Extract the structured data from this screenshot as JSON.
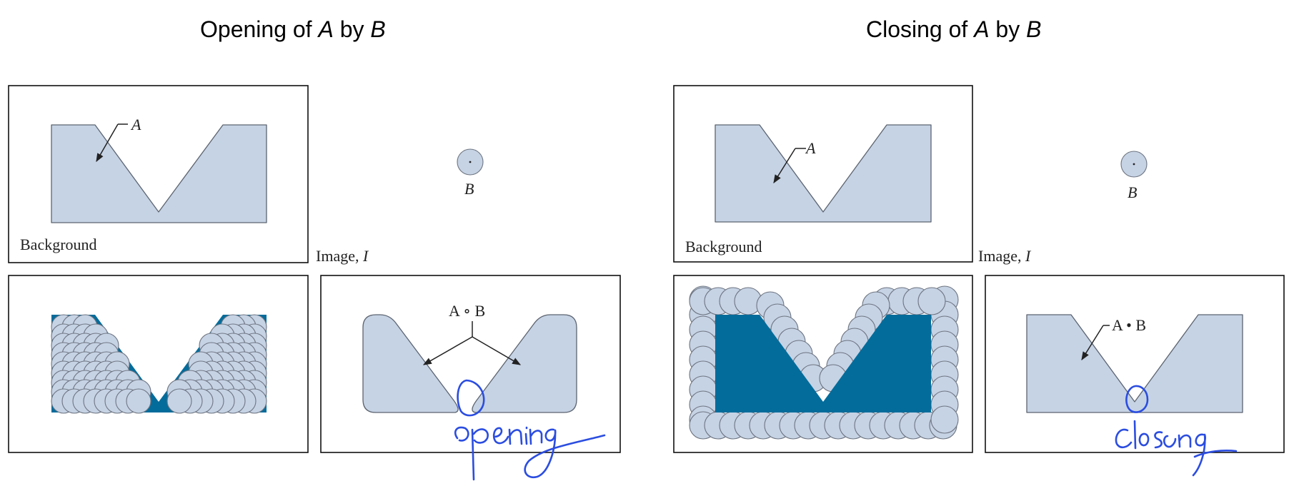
{
  "opening": {
    "title_pre": "Opening of ",
    "title_a": "A",
    "title_mid": " by ",
    "title_b": "B",
    "label_a": "A",
    "label_b": "B",
    "background": "Background",
    "image": "Image, ",
    "image_i": "I",
    "result": "A ∘ B"
  },
  "closing": {
    "title_pre": "Closing of ",
    "title_a": "A",
    "title_mid": " by ",
    "title_b": "B",
    "label_a": "A",
    "label_b": "B",
    "background": "Background",
    "image": "Image, ",
    "image_i": "I",
    "result": "A • B"
  },
  "colors": {
    "shape_fill": "#c6d3e5",
    "dark_fill": "#046c9b",
    "handwriting": "#2b4de0"
  },
  "icons": {
    "structuring_element": "circle-with-center-dot",
    "arrow": "arrow-icon"
  }
}
